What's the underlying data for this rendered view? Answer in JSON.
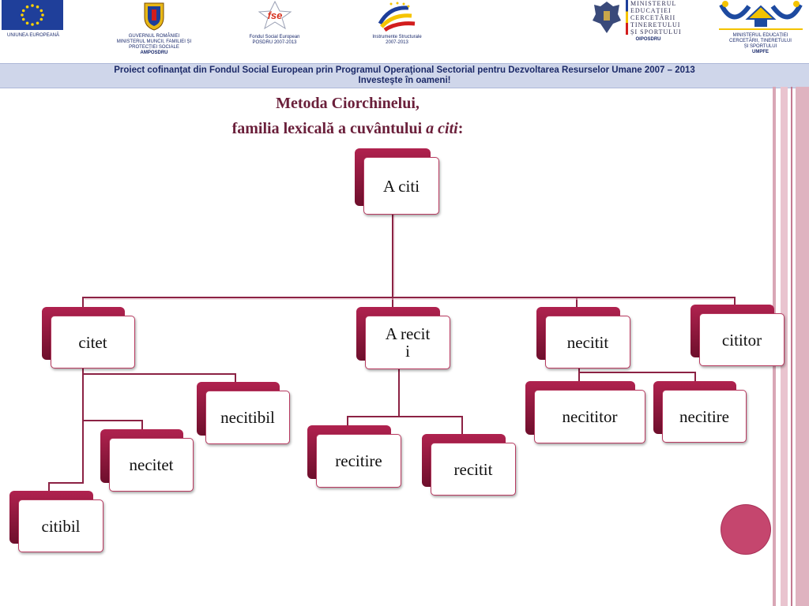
{
  "logos": {
    "eu": "UNIUNEA EUROPEANĂ",
    "gov": "GUVERNUL ROMÂNIEI\nMINISTERUL MUNCII, FAMILIEI ȘI\nPROTECȚIEI SOCIALE",
    "gov_bold": "AMPOSDRU",
    "fse_text": "fse",
    "fse": "Fondul Social European\nPOSDRU 2007-2013",
    "is": "Instrumente Structurale\n2007-2013",
    "min_name": "MINISTERUL\nEDUCAȚIEI\nCERCETĂRII\nTINERETULUI\nȘI SPORTULUI",
    "min_bold": "OIPOSDRU",
    "umpfe": "MINISTERUL EDUCAȚIEI\nCERCETĂRII, TINERETULUI\nȘI SPORTULUI",
    "umpfe_bold": "UMPFE"
  },
  "banner": {
    "line1": "Proiect cofinanţat din Fondul Social European prin Programul Operaţional Sectorial pentru Dezvoltarea Resurselor Umane 2007 – 2013",
    "line2": "Investeşte în oameni!"
  },
  "title": {
    "line1": "Metoda Ciorchinelui,",
    "line2_prefix": "familia lexicală a cuvântului ",
    "line2_italic": "a citi",
    "line2_suffix": ":"
  },
  "nodes": {
    "root": "A citi",
    "citet": "citet",
    "areciti": "A reciti",
    "necitit": "necitit",
    "cititor": "cititor",
    "necitibil": "necitibil",
    "necitet": "necitet",
    "citibil": "citibil",
    "recitire": "recitire",
    "recitit": "recitit",
    "necititor": "necititor",
    "necitire": "necitire"
  },
  "colors": {
    "accent": "#a3204a",
    "line": "#8c2244",
    "banner_bg": "#cfd6ea",
    "title": "#6a1f3a"
  }
}
